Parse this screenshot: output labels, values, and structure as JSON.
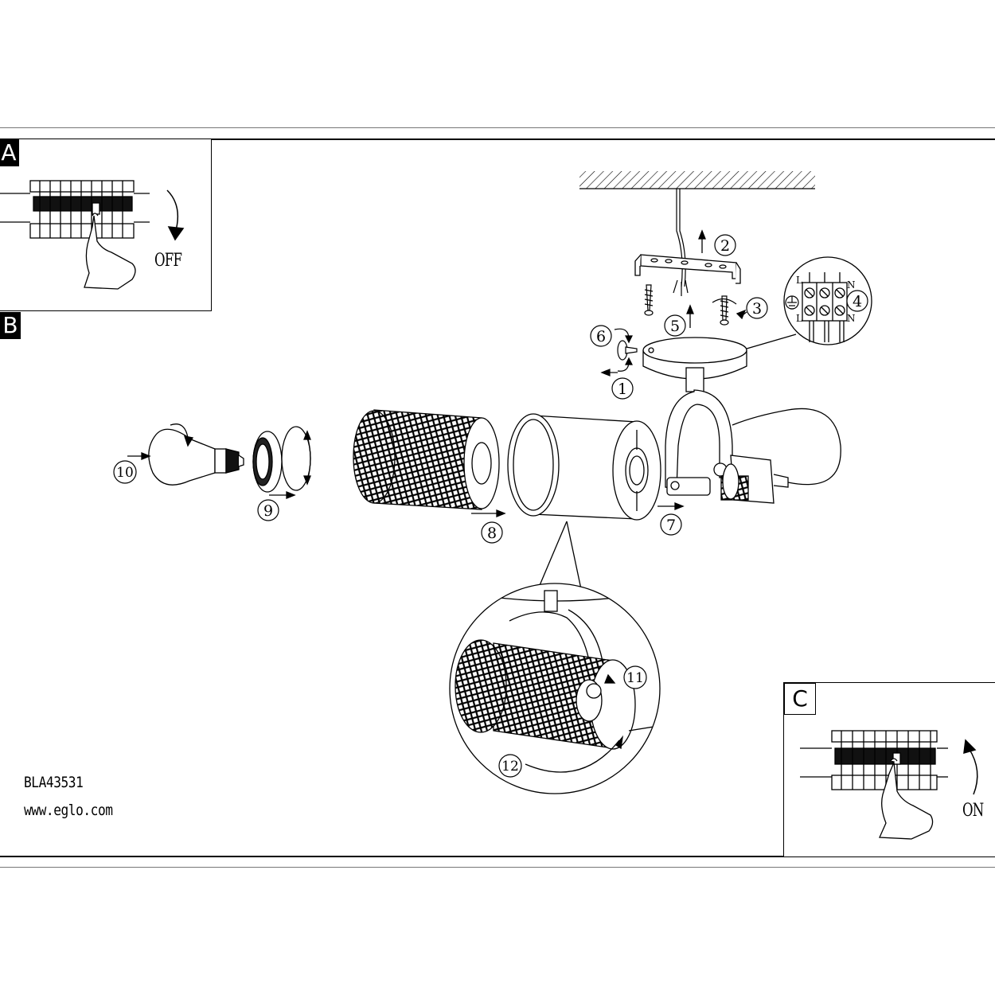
{
  "panels": {
    "a": {
      "label": "A",
      "action": "OFF"
    },
    "b": {
      "label": "B"
    },
    "c": {
      "label": "C",
      "action": "ON"
    }
  },
  "steps": [
    "1",
    "2",
    "3",
    "4",
    "5",
    "6",
    "7",
    "8",
    "9",
    "10",
    "11",
    "12"
  ],
  "terminal_labels": {
    "left": "L",
    "neutral": "N"
  },
  "footer": {
    "model": "BLA43531",
    "website": "www.eglo.com"
  }
}
